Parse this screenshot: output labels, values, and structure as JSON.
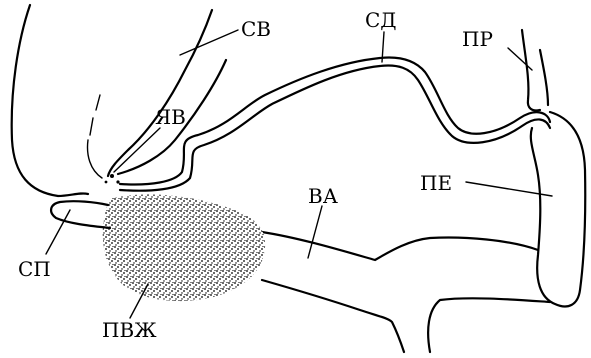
{
  "labels": {
    "sv": "СВ",
    "sd": "СД",
    "pr": "ПР",
    "yav": "ЯВ",
    "pe": "ПЕ",
    "va": "ВА",
    "sp": "СП",
    "pvzh": "ПВЖ"
  },
  "colors": {
    "line": "#000000",
    "background": "#ffffff"
  }
}
